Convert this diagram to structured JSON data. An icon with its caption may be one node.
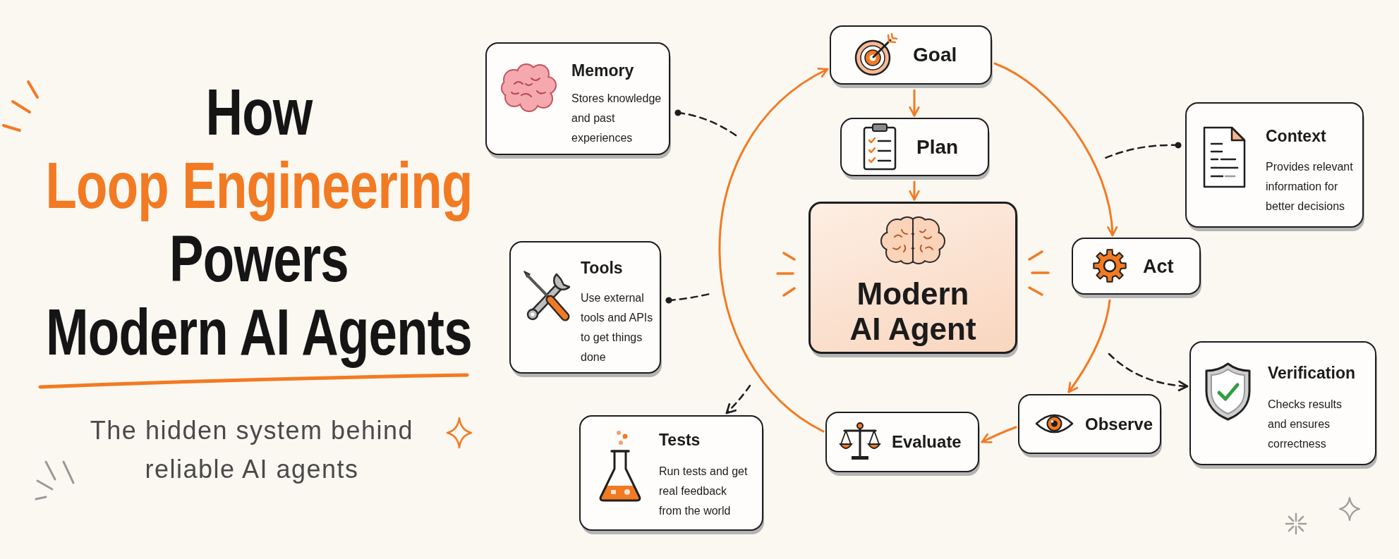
{
  "diagram": {
    "title": "How Loop Engineering Powers Modern AI Agents",
    "nodes": [
      {
        "text": [
          "Memory",
          "Stores knowledge and past experiences"
        ]
      },
      {
        "text": [
          "Goal"
        ]
      },
      {
        "text": [
          "Plan"
        ]
      },
      {
        "text": [
          "Context",
          "Provides relevant information for better decisions"
        ]
      },
      {
        "text": [
          "Tools",
          "Use external tools and APIs to get things done"
        ]
      },
      {
        "text": [
          "Modern AI Agent"
        ]
      },
      {
        "text": [
          "Act"
        ]
      },
      {
        "text": [
          "Verification",
          "Checks results and ensures correctness"
        ]
      },
      {
        "text": [
          "Observe"
        ]
      },
      {
        "text": [
          "Tests",
          "Run tests and get real feedback from the world"
        ]
      },
      {
        "text": [
          "Evaluate"
        ]
      }
    ],
    "edges": [
      {
        "from": 1,
        "to": 2,
        "arrow": "to"
      },
      {
        "from": 2,
        "to": 5,
        "arrow": "to"
      },
      {
        "from": 1,
        "to": 6,
        "arrow": "to"
      },
      {
        "from": 6,
        "to": 8,
        "arrow": "to"
      },
      {
        "from": 8,
        "to": 10,
        "arrow": "to"
      },
      {
        "from": 10,
        "to": 1,
        "arrow": "to"
      },
      {
        "from": 0,
        "to": null,
        "arrow": "other",
        "style": "dashed",
        "color": "#1e1e1e"
      },
      {
        "from": 4,
        "to": null,
        "arrow": "other",
        "style": "dashed",
        "color": "#1e1e1e"
      },
      {
        "from": null,
        "to": 9,
        "arrow": "to",
        "style": "dashed",
        "color": "#1e1e1e"
      },
      {
        "from": 3,
        "to": null,
        "arrow": "other",
        "style": "dashed",
        "color": "#1e1e1e"
      },
      {
        "from": null,
        "to": 7,
        "arrow": "to",
        "style": "dashed",
        "color": "#1e1e1e"
      }
    ],
    "labels": [
      "The hidden system behind reliable AI agents"
    ]
  }
}
